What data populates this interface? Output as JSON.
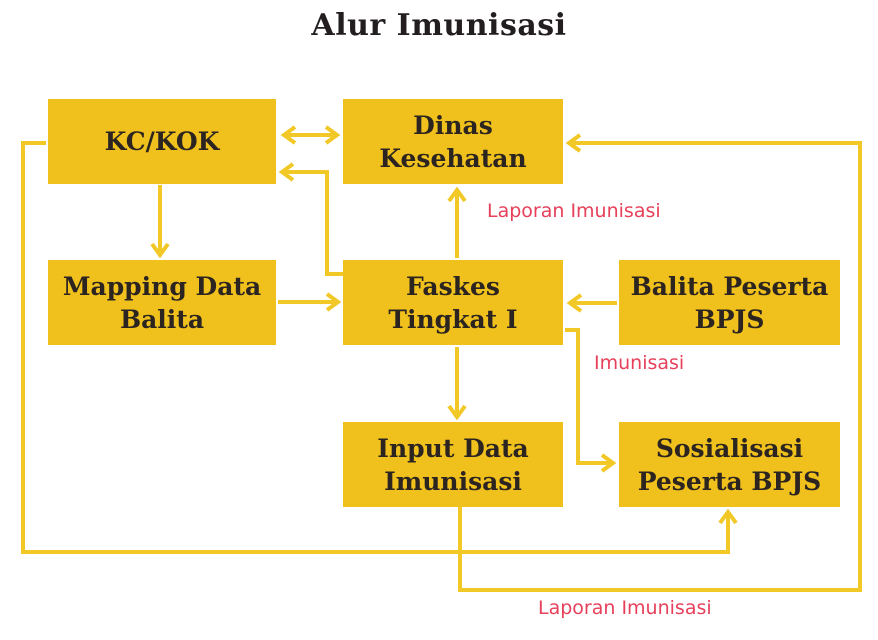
{
  "title": "Alur Imunisasi",
  "colors": {
    "box_fill": "#f0c11c",
    "line": "#f2c827",
    "edge_label": "#e7405a",
    "node_text": "#2b2420",
    "title_text": "#221d1e",
    "background": "#ffffff"
  },
  "nodes": {
    "kc_kok": {
      "label": "KC/KOK",
      "lines": [
        "KC/KOK"
      ]
    },
    "dinas_kesehatan": {
      "label": "Dinas Kesehatan",
      "lines": [
        "Dinas",
        "Kesehatan"
      ]
    },
    "mapping_data_balita": {
      "label": "Mapping Data Balita",
      "lines": [
        "Mapping Data",
        "Balita"
      ]
    },
    "faskes_tingkat_1": {
      "label": "Faskes Tingkat I",
      "lines": [
        "Faskes",
        "Tingkat I"
      ]
    },
    "balita_peserta_bpjs": {
      "label": "Balita Peserta BPJS",
      "lines": [
        "Balita Peserta",
        "BPJS"
      ]
    },
    "input_data_imunisasi": {
      "label": "Input Data Imunisasi",
      "lines": [
        "Input Data",
        "Imunisasi"
      ]
    },
    "sosialisasi_peserta_bpjs": {
      "label": "Sosialisasi Peserta BPJS",
      "lines": [
        "Sosialisasi",
        "Peserta BPJS"
      ]
    }
  },
  "edge_labels": {
    "laporan_imunisasi_top": "Laporan Imunisasi",
    "imunisasi": "Imunisasi",
    "laporan_imunisasi_bottom": "Laporan Imunisasi"
  },
  "connections": [
    {
      "from": "KC/KOK",
      "to": "Dinas Kesehatan",
      "type": "bidirectional",
      "label": ""
    },
    {
      "from": "Faskes Tingkat I",
      "to": "KC/KOK",
      "type": "directed",
      "label": ""
    },
    {
      "from": "KC/KOK",
      "to": "Mapping Data Balita",
      "type": "directed",
      "label": ""
    },
    {
      "from": "Mapping Data Balita",
      "to": "Faskes Tingkat I",
      "type": "directed",
      "label": ""
    },
    {
      "from": "Faskes Tingkat I",
      "to": "Dinas Kesehatan",
      "type": "directed",
      "label": "Laporan Imunisasi"
    },
    {
      "from": "Balita Peserta BPJS",
      "to": "Faskes Tingkat I",
      "type": "directed",
      "label": ""
    },
    {
      "from": "Faskes Tingkat I",
      "to": "Sosialisasi Peserta BPJS",
      "type": "directed",
      "label": "Imunisasi"
    },
    {
      "from": "Faskes Tingkat I",
      "to": "Input Data Imunisasi",
      "type": "directed",
      "label": ""
    },
    {
      "from": "KC/KOK",
      "to": "Sosialisasi Peserta BPJS",
      "type": "directed",
      "label": ""
    },
    {
      "from": "Input Data Imunisasi",
      "to": "Dinas Kesehatan",
      "type": "directed",
      "label": "Laporan Imunisasi"
    }
  ]
}
